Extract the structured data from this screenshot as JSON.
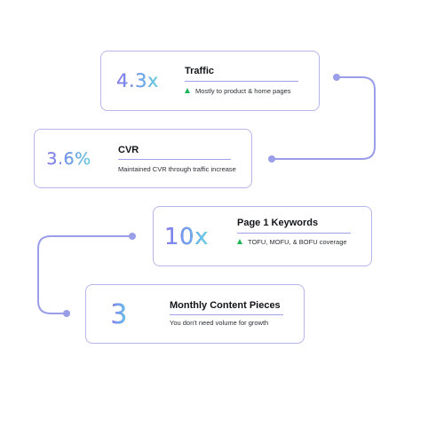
{
  "colors": {
    "card_border": "#b5b6ea",
    "connector": "#9a9ee8",
    "stat_background": "#18233a",
    "stat_gradient": [
      "#8a7cf0",
      "#6fa4f5",
      "#65d8e8"
    ],
    "up_indicator": "#1fb35a"
  },
  "cards": [
    {
      "stat": "4.3x",
      "title": "Traffic",
      "description": "Mostly to product & home pages",
      "indicator": "up-triangle-icon"
    },
    {
      "stat": "3.6%",
      "title": "CVR",
      "description": "Maintained CVR through traffic increase",
      "indicator": ""
    },
    {
      "stat": "10x",
      "title": "Page 1 Keywords",
      "description": "TOFU, MOFU, & BOFU coverage",
      "indicator": "up-triangle-icon"
    },
    {
      "stat": "3",
      "title": "Monthly Content Pieces",
      "description": "You don't need volume for growth",
      "indicator": ""
    }
  ]
}
